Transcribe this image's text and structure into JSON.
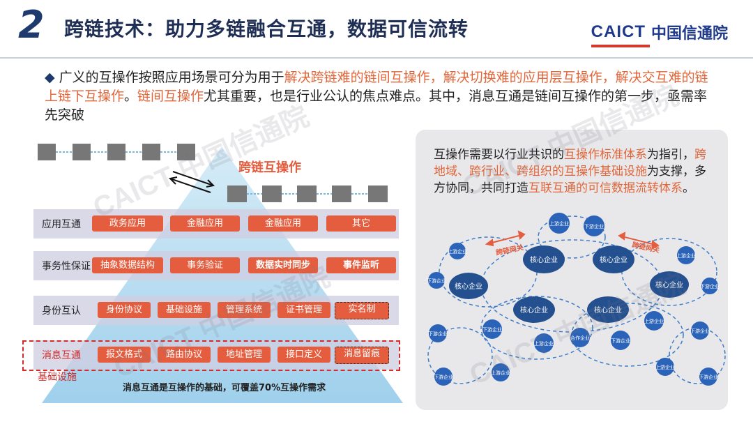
{
  "header": {
    "number": "2",
    "title": "跨链技术：助力多链融合互通，数据可信流转",
    "logo_en": "CAICT",
    "logo_cn": "中国信通院"
  },
  "bullet": {
    "seg1": "广义的互操作按照应用场景可分为用于",
    "seg2": "解决跨链难的链间互操作，解决切换难的应用层互操作，解决交互难的链上链下互操作",
    "seg3": "。",
    "seg4": "链间互操作",
    "seg5": "尤其重要，也是行业公认的焦点难点。其中，消息互通是链间互操作的第一步，亟需率先突破"
  },
  "pyramid": {
    "title": "跨链互操作",
    "rows": [
      {
        "label": "应用互通",
        "items": [
          "政务应用",
          "金融应用",
          "金融应用",
          "其它"
        ]
      },
      {
        "label": "事务性保证",
        "items": [
          "抽象数据结构",
          "事务验证",
          "数据实时同步",
          "事件监听"
        ]
      },
      {
        "label": "身份互认",
        "items": [
          "身份协议",
          "基础设施",
          "管理系统",
          "证书管理",
          "实名制"
        ]
      },
      {
        "label": "消息互通",
        "items": [
          "报文格式",
          "路由协议",
          "地址管理",
          "接口定义",
          "消息留痕"
        ]
      }
    ],
    "basis_label": "基础设施",
    "footnote": "消息互通是互操作的基础，可覆盖70%互操作需求"
  },
  "panel": {
    "t1": "互操作需要以行业共识的",
    "t2": "互操作标准体系",
    "t3": "为指引，",
    "t4": "跨地域、跨行业、跨组织的互操作基础设施",
    "t5": "为支撑，多方协同，共同打造",
    "t6": "互联互通的可信数据流转体系",
    "t7": "。",
    "core_label": "核心企业",
    "up_label": "上游企业",
    "down_label": "下游企业",
    "coop_label": "合作企业",
    "gateway_label": "跨链网关"
  },
  "colors": {
    "accent": "#e55d3f",
    "navy": "#1f3a6e",
    "node": "#2a63b8"
  },
  "watermark": "CAICT 中国信通院"
}
